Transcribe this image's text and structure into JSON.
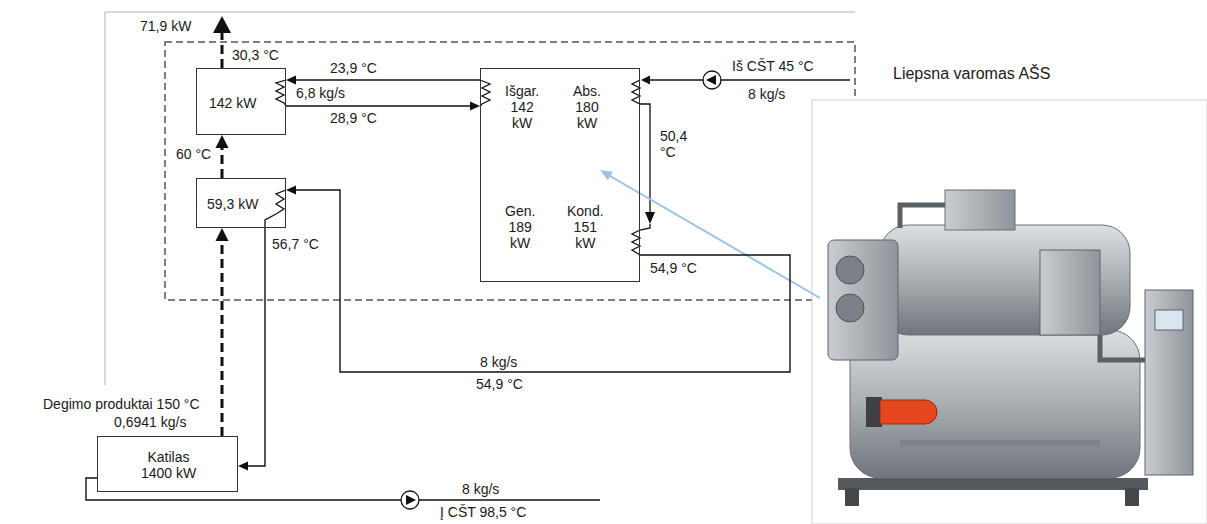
{
  "diagram": {
    "nodes": [
      {
        "text": [
          "142 kW"
        ]
      },
      {
        "text": [
          "Išgar. 142 kW",
          "Abs. 180 kW",
          "Gen. 189 kW",
          "Kond. 151 kW"
        ]
      },
      {
        "text": [
          "59,3 kW"
        ]
      },
      {
        "text": [
          "Katilas 1400 kW"
        ]
      }
    ],
    "edges": [
      {
        "from": 1,
        "to": 0,
        "arrow": "to"
      },
      {
        "from": 0,
        "to": 1,
        "arrow": "to"
      },
      {
        "from": 2,
        "to": 0,
        "arrow": "to"
      },
      {
        "from": 3,
        "to": 2,
        "arrow": "to"
      },
      {
        "from": 1,
        "to": 2,
        "arrow": "to"
      },
      {
        "from": 2,
        "to": 3,
        "arrow": "to"
      }
    ],
    "labels": [
      "71,9 kW",
      "30,3 °C",
      "23,9 °C",
      "6,8 kg/s",
      "28,9 °C",
      "Iš CŠT 45 °C",
      "8 kg/s",
      "Liepsna varomas AŠS",
      "50,4 °C",
      "60 °C",
      "54,9 °C",
      "56,7 °C",
      "8 kg/s",
      "54,9 °C",
      "Degimo produktai 150 °C",
      "0,6941 kg/s",
      "8 kg/s",
      "Į CŠT 98,5 °C"
    ]
  }
}
